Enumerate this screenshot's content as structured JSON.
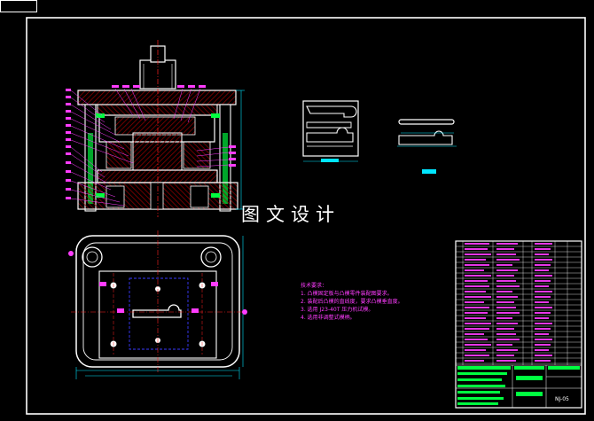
{
  "watermark": "图文设计",
  "notes": {
    "heading": "技术要求：",
    "items": [
      "1. 凸模固定板与凸模零件装配图要求。",
      "2. 装配后凸模的直线度，要求凸模垂直度。",
      "3. 选用 J23-40T 压力机试模。",
      "4. 选用非调整式模柄。"
    ]
  },
  "drawing_number": "NJ-05",
  "colors": {
    "background": "#000000",
    "line": "#ffffff",
    "label": "#ff3cff",
    "dimension": "#00e5ff",
    "title_block": "#00ff40",
    "center": "#ff2020",
    "section_hatch": "#c00000"
  }
}
